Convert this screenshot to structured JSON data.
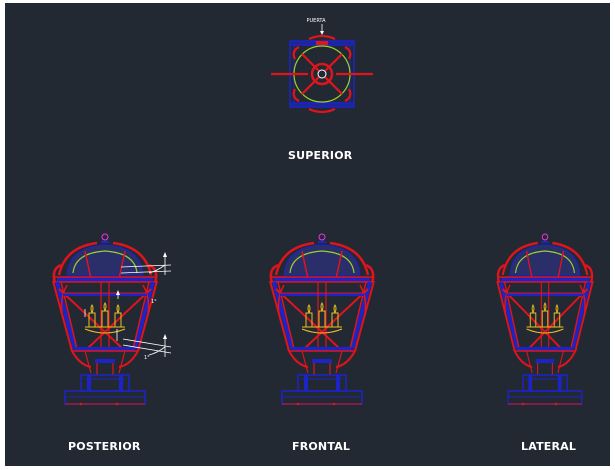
{
  "labels": {
    "superior": "SUPERIOR",
    "posterior": "POSTERIOR",
    "frontal": "FRONTAL",
    "lateral": "LATERAL",
    "puerta": "PUERTA",
    "dim_top": "1°",
    "dim_bottom": "1°"
  },
  "colors": {
    "background": "#222933",
    "frame_red": "#e0141c",
    "frame_blue": "#1c24c8",
    "cap_green": "#9bd12a",
    "candle_yellow": "#f0c020",
    "finial_magenta": "#e838e8",
    "annotation_white": "#ffffff"
  }
}
